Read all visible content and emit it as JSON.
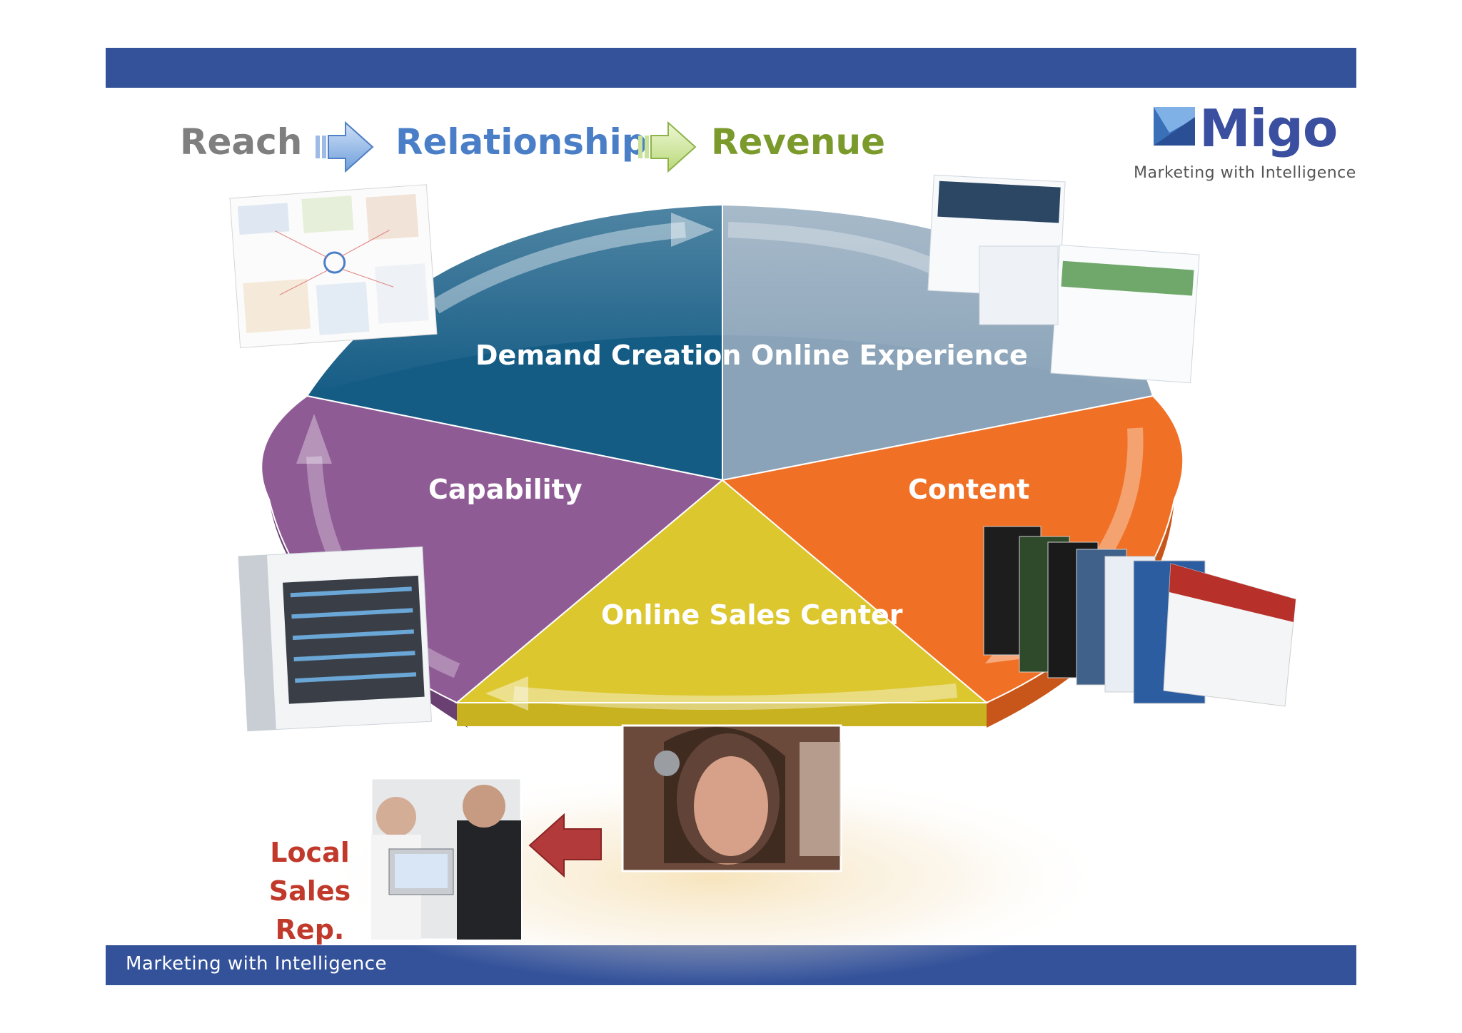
{
  "header": {
    "reach": "Reach",
    "relationship": "Relationship",
    "revenue": "Revenue"
  },
  "logo": {
    "name": "Migo",
    "tagline": "Marketing with Intelligence"
  },
  "segments": {
    "demand_creation": "Demand Creation",
    "online_experience": "Online Experience",
    "capability": "Capability",
    "content": "Content",
    "online_sales_center": "Online Sales Center"
  },
  "local_sales": {
    "line1": "Local",
    "line2": "Sales Rep."
  },
  "footer": {
    "text": "Marketing with Intelligence"
  },
  "colors": {
    "demand_creation": "#155c85",
    "online_experience": "#8aa3b8",
    "capability": "#8f5b95",
    "content": "#f07026",
    "online_sales_center": "#dcc72e",
    "reach_text": "#7f7f7f",
    "relationship_text": "#4a7fc8",
    "revenue_text": "#7b9a2c",
    "brand_bar": "#34529a",
    "local_sales_text": "#c0392b"
  }
}
